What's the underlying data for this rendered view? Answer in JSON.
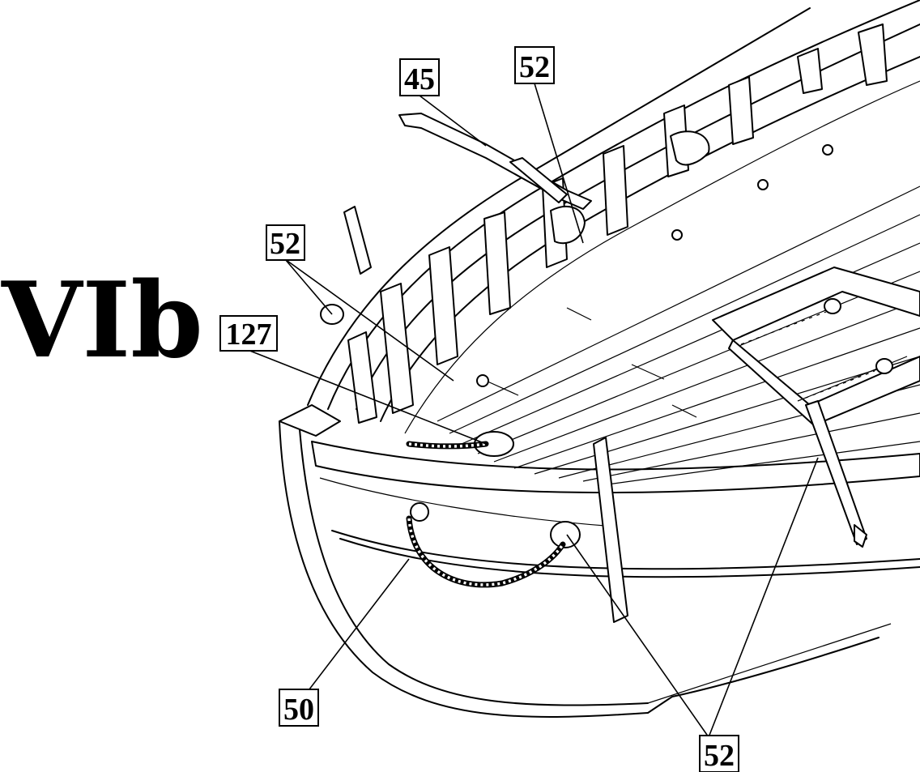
{
  "figure": {
    "title": "VIb",
    "callouts": [
      {
        "id": "c45",
        "label": "45"
      },
      {
        "id": "c52a",
        "label": "52"
      },
      {
        "id": "c52b",
        "label": "52"
      },
      {
        "id": "c127",
        "label": "127"
      },
      {
        "id": "c50",
        "label": "50"
      },
      {
        "id": "c52c",
        "label": "52"
      }
    ]
  }
}
